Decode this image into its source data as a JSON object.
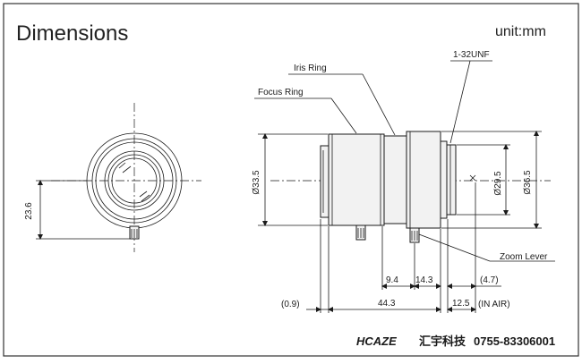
{
  "header": {
    "title": "Dimensions",
    "unit": "unit:mm"
  },
  "callouts": {
    "iris_ring": "Iris Ring",
    "thread": "1-32UNF",
    "focus_ring": "Focus Ring",
    "zoom_lever": "Zoom Lever"
  },
  "dimensions": {
    "front_height": "23.6",
    "body_diameter": "Ø33.5",
    "inner_diameter": "Ø29.5",
    "rear_diameter": "Ø36.5",
    "d_9_4": "9.4",
    "d_14_3": "14.3",
    "d_4_7": "(4.7)",
    "d_0_9": "(0.9)",
    "d_44_3": "44.3",
    "d_12_5": "12.5",
    "in_air": "(IN AIR)"
  },
  "footer": {
    "brand_logo": "HCAZE",
    "brand_cn": "汇宇科技",
    "phone": "0755-83306001"
  },
  "colors": {
    "line": "#1a1a1a",
    "frame": "#333333",
    "fill": "#f2f2f2"
  }
}
